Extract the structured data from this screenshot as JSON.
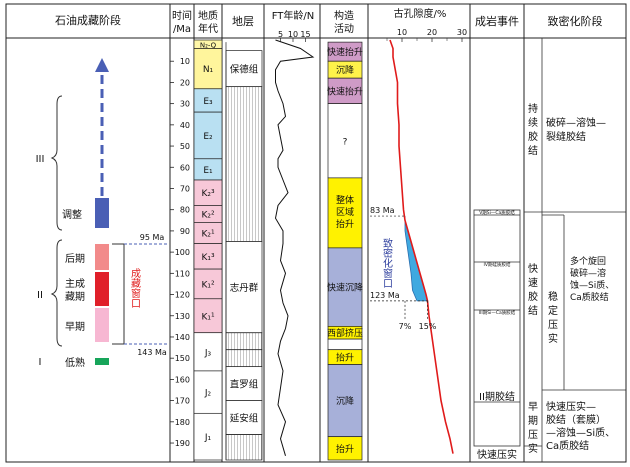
{
  "headers": {
    "petroleum": "石油成藏阶段",
    "time": "时间",
    "time_unit": "/Ma",
    "geo_age": "地质年代",
    "strata": "地层",
    "ft": "FT年龄/N",
    "tectonic": "构造活动",
    "porosity": "古孔隙度/%",
    "events": "成岩事件",
    "densification": "致密化阶段"
  },
  "axis": {
    "time_ticks": [
      10,
      20,
      30,
      40,
      50,
      60,
      70,
      80,
      90,
      100,
      110,
      120,
      130,
      140,
      150,
      160,
      170,
      180,
      190
    ],
    "ft_ticks": [
      "5",
      "10",
      "15"
    ],
    "porosity_ticks": [
      "10",
      "20",
      "30"
    ],
    "ylim": [
      0,
      198
    ]
  },
  "chart_data": {
    "type": "area",
    "title": "",
    "xlabel": "古孔隙度/%",
    "ylabel": "时间/Ma",
    "ylim": [
      198,
      0
    ],
    "porosity_curve": {
      "time_ma": [
        0,
        4,
        8,
        12,
        16,
        20,
        30,
        40,
        50,
        60,
        70,
        80,
        85,
        90,
        95,
        100,
        105,
        110,
        115,
        120,
        123,
        130,
        140,
        150,
        160,
        170,
        180,
        188,
        195
      ],
      "porosity": [
        6,
        7,
        7,
        7.5,
        8,
        8.5,
        8.5,
        9,
        9,
        9.5,
        10,
        10.5,
        11,
        12,
        13,
        14,
        15,
        16,
        17,
        18,
        18.5,
        19,
        20,
        21,
        22,
        23,
        24.5,
        26,
        27
      ]
    },
    "densification_window": {
      "start_ma": 83,
      "end_ma": 123,
      "left_edge": [
        11,
        11,
        12,
        13,
        13.5,
        15
      ],
      "left_time": [
        83,
        90,
        100,
        110,
        118,
        123
      ]
    },
    "ft_curve": {
      "time_ma": [
        0,
        4,
        8,
        10,
        14,
        20,
        24,
        30,
        36,
        40,
        46,
        52,
        56,
        60,
        66,
        72,
        78,
        84,
        90,
        96,
        104,
        110,
        118,
        124,
        130,
        136,
        142,
        148,
        156,
        164,
        172,
        180,
        188,
        196
      ],
      "n": [
        3,
        13,
        18,
        5,
        3,
        3,
        4,
        6,
        7,
        4,
        5,
        6,
        4,
        4,
        6,
        8,
        4,
        3,
        6,
        6,
        5,
        7,
        5,
        6,
        8,
        7,
        5,
        4,
        6,
        5,
        4,
        7,
        5,
        7
      ]
    }
  },
  "geo_ages": [
    {
      "label": "N₂-Q",
      "from": 0,
      "to": 4,
      "color": "#fff7a8"
    },
    {
      "label": "N₁",
      "from": 4,
      "to": 23,
      "color": "#fff59c"
    },
    {
      "label": "E₃",
      "from": 23,
      "to": 34,
      "color": "#b9e0f2"
    },
    {
      "label": "E₂",
      "from": 34,
      "to": 56,
      "color": "#b9e0f2"
    },
    {
      "label": "E₁",
      "from": 56,
      "to": 66,
      "color": "#b9e0f2"
    },
    {
      "label": "K₂³",
      "from": 66,
      "to": 78,
      "color": "#f7c8d8"
    },
    {
      "label": "K₂²",
      "from": 78,
      "to": 86,
      "color": "#f7c8d8"
    },
    {
      "label": "K₂¹",
      "from": 86,
      "to": 96,
      "color": "#f7c8d8"
    },
    {
      "label": "K₁³",
      "from": 96,
      "to": 108,
      "color": "#f7c8d8"
    },
    {
      "label": "K₁²",
      "from": 108,
      "to": 122,
      "color": "#f7c8d8"
    },
    {
      "label": "K₁¹",
      "from": 122,
      "to": 138,
      "color": "#f7c8d8"
    },
    {
      "label": "J₃",
      "from": 138,
      "to": 156,
      "color": "#ffffff"
    },
    {
      "label": "J₂",
      "from": 156,
      "to": 176,
      "color": "#ffffff"
    },
    {
      "label": "J₁",
      "from": 176,
      "to": 198,
      "color": "#ffffff"
    }
  ],
  "strata": [
    {
      "label": "保德组",
      "from": 5,
      "to": 22,
      "hatched": false
    },
    {
      "label": "",
      "from": 22,
      "to": 95,
      "hatched": true
    },
    {
      "label": "志丹群",
      "from": 95,
      "to": 138,
      "hatched": false
    },
    {
      "label": "",
      "from": 138,
      "to": 146,
      "hatched": true
    },
    {
      "label": "",
      "from": 146,
      "to": 154,
      "hatched": true
    },
    {
      "label": "直罗组",
      "from": 154,
      "to": 170,
      "hatched": false
    },
    {
      "label": "延安组",
      "from": 170,
      "to": 186,
      "hatched": false
    },
    {
      "label": "",
      "from": 186,
      "to": 198,
      "hatched": true
    }
  ],
  "tectonic": [
    {
      "label": "快速抬升",
      "from": 1,
      "to": 10,
      "color": "#cf9bc7"
    },
    {
      "label": "沉降",
      "from": 10,
      "to": 18,
      "color": "#fff24a"
    },
    {
      "label": "快速抬升",
      "from": 18,
      "to": 30,
      "color": "#cf9bc7"
    },
    {
      "label": "?",
      "from": 30,
      "to": 65,
      "color": "#ffffff"
    },
    {
      "label": "整体区域抬升",
      "from": 65,
      "to": 98,
      "color": "#fff200"
    },
    {
      "label": "快速沉降",
      "from": 98,
      "to": 135,
      "color": "#a7b0d9"
    },
    {
      "label": "西部挤压",
      "from": 135,
      "to": 141,
      "color": "#fff200"
    },
    {
      "label": "",
      "from": 141,
      "to": 146,
      "color": "#ffffff"
    },
    {
      "label": "抬升",
      "from": 146,
      "to": 153,
      "color": "#fff200"
    },
    {
      "label": "沉降",
      "from": 153,
      "to": 187,
      "color": "#a7b0d9"
    },
    {
      "label": "抬升",
      "from": 187,
      "to": 198,
      "color": "#fff200"
    }
  ],
  "petroleum_stages": {
    "roman_3": "III",
    "roman_2": "II",
    "roman_1": "I",
    "adjust": "调整",
    "late": "后期",
    "main": "主成藏期",
    "early": "早期",
    "low_mature": "低熟",
    "window_label": "成藏窗口",
    "ma_95": "95 Ma",
    "ma_143": "143 Ma"
  },
  "porosity_annotations": {
    "densification": "致密化窗口",
    "ma_83": "83 Ma",
    "ma_123": "123 Ma",
    "p7": "7%",
    "p15": "15%"
  },
  "events": {
    "e1": "V期Si—Ca质胶结",
    "e2": "IV期硅质胶结",
    "e3": "III期Si—Ca质胶结",
    "e4": "II期胶结",
    "e5": "快速压实"
  },
  "densification_stages": {
    "persistent_cement": "持续胶结",
    "persistent_desc": "破碎—溶蚀—裂缝胶结",
    "fast_cement": "快速胶结",
    "stable_compaction": "稳定压实",
    "stable_desc": "多个旋回破碎—溶蚀—Si质、Ca质胶结",
    "early_compaction": "早期压实",
    "early_desc": "快速压实—胶结（套膜）—溶蚀—Si质、Ca质胶结"
  },
  "colors": {
    "curve": "#e01b1b",
    "window_fill": "#3fa9e0",
    "arrow": "#4a5fb5",
    "late": "#f28a8a",
    "main": "#e0202a",
    "early": "#f7b7d2",
    "low_mature": "#17a55a",
    "window_text": "#e01b1b",
    "densification_text": "#2e3f9e"
  }
}
